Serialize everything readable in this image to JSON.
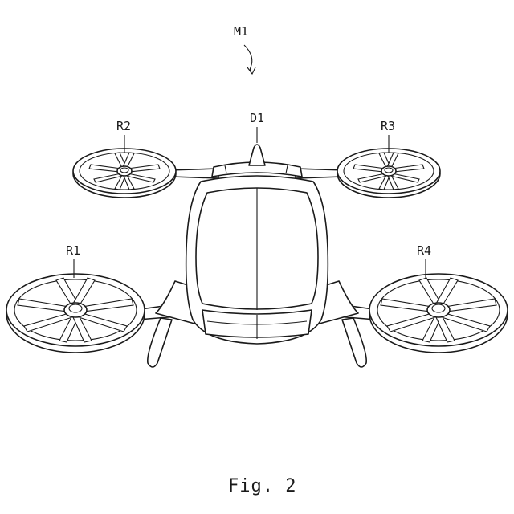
{
  "figure": {
    "reference_labels": {
      "vehicle": "M1",
      "nose_sensor": "D1",
      "rotor_front_left": "R2",
      "rotor_front_right": "R3",
      "rotor_rear_left": "R1",
      "rotor_rear_right": "R4"
    },
    "caption": "Fig. 2"
  }
}
